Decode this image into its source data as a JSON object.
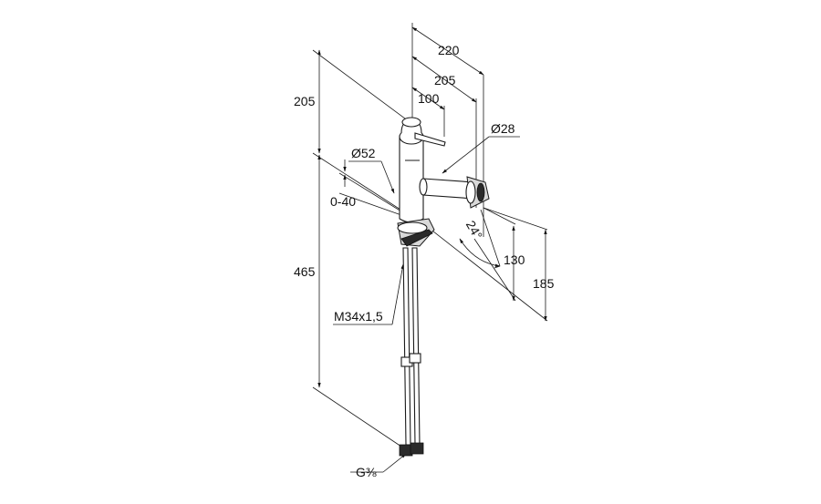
{
  "drawing": {
    "dimensions": {
      "d220": "220",
      "d205_top": "205",
      "d100": "100",
      "d28": "Ø28",
      "d52": "Ø52",
      "d205_left": "205",
      "d0_40": "0-40",
      "d24": "24°",
      "d130": "130",
      "d185": "185",
      "d465": "465",
      "thread": "M34x1,5",
      "connection": "G⅜"
    }
  }
}
